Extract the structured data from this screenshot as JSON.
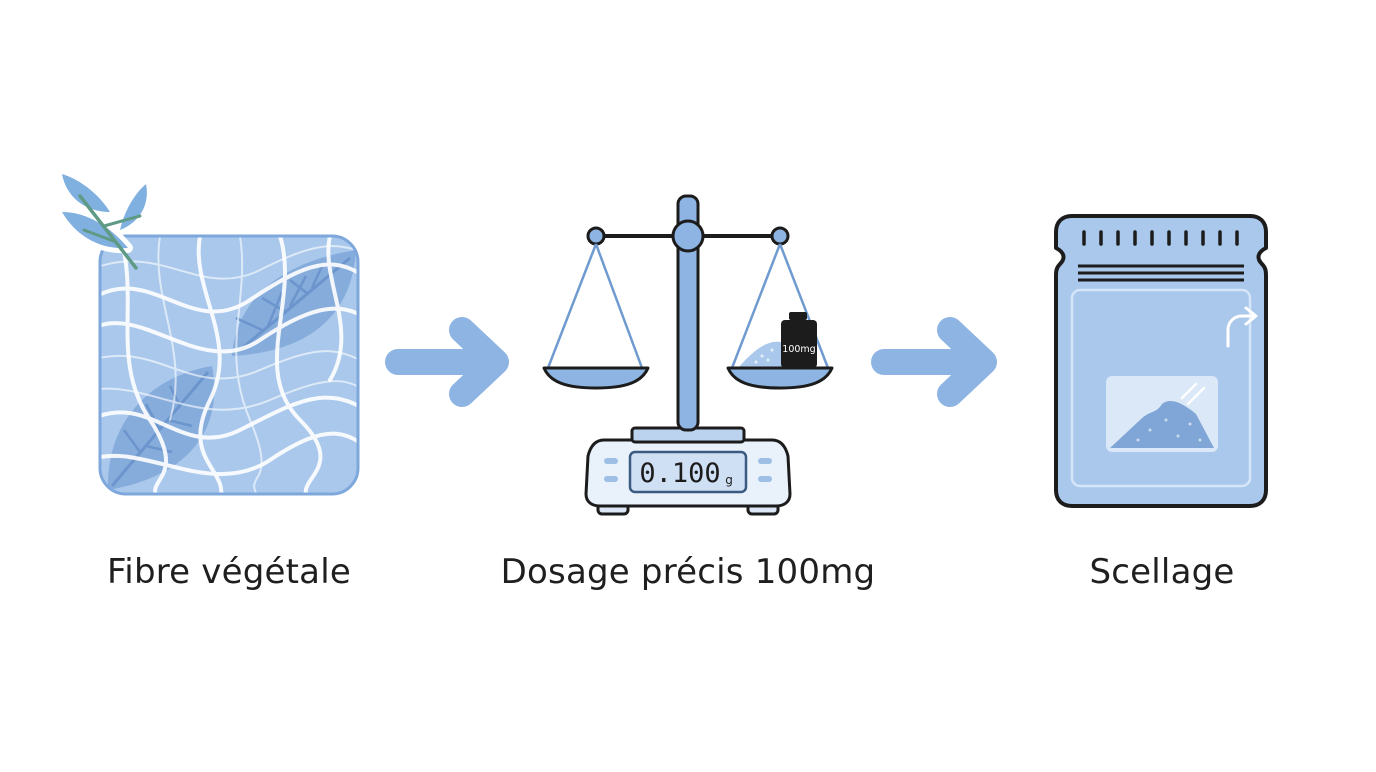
{
  "steps": [
    {
      "label": "Fibre végétale",
      "icon": "plant-fiber-icon"
    },
    {
      "label": "Dosage précis 100mg",
      "icon": "balance-scale-icon",
      "weight_tag": "100mg",
      "display": "0.100",
      "display_unit": "g"
    },
    {
      "label": "Scellage",
      "icon": "sealed-pouch-icon"
    }
  ],
  "colors": {
    "accent": "#8db4e2",
    "accent_dark": "#5f8fcb",
    "outline": "#1c1c1c",
    "leaf": "#7fb0e0",
    "stem": "#5f9a86"
  }
}
